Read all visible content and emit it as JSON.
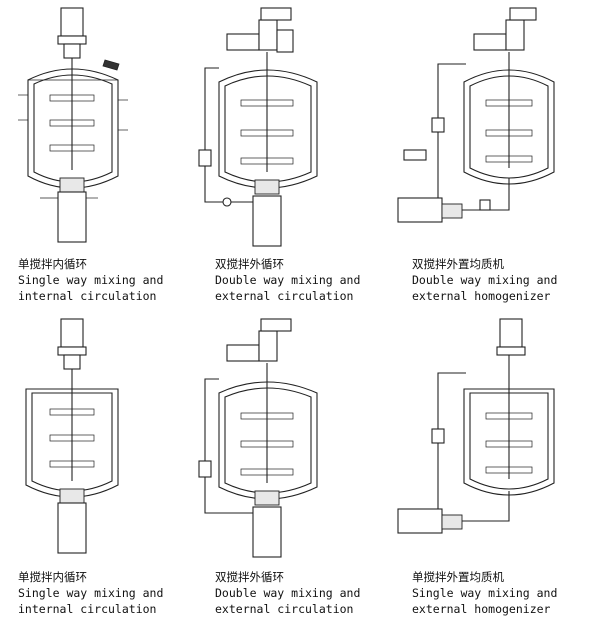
{
  "panels": [
    {
      "cn": "单搅拌内循环",
      "en1": "Single way mixing and",
      "en2": "internal circulation",
      "type": "single_internal"
    },
    {
      "cn": "双搅拌外循环",
      "en1": "Double way mixing and",
      "en2": "external circulation",
      "type": "double_external"
    },
    {
      "cn": "双搅拌外置均质机",
      "en1": "Double way mixing and",
      "en2": "external homogenizer",
      "type": "double_homogenizer"
    },
    {
      "cn": "单搅拌内循环",
      "en1": "Single way mixing and",
      "en2": "internal circulation",
      "type": "single_internal"
    },
    {
      "cn": "双搅拌外循环",
      "en1": "Double way mixing and",
      "en2": "external circulation",
      "type": "double_external"
    },
    {
      "cn": "单搅拌外置均质机",
      "en1": "Single way mixing and",
      "en2": "external homogenizer",
      "type": "single_homogenizer"
    }
  ]
}
